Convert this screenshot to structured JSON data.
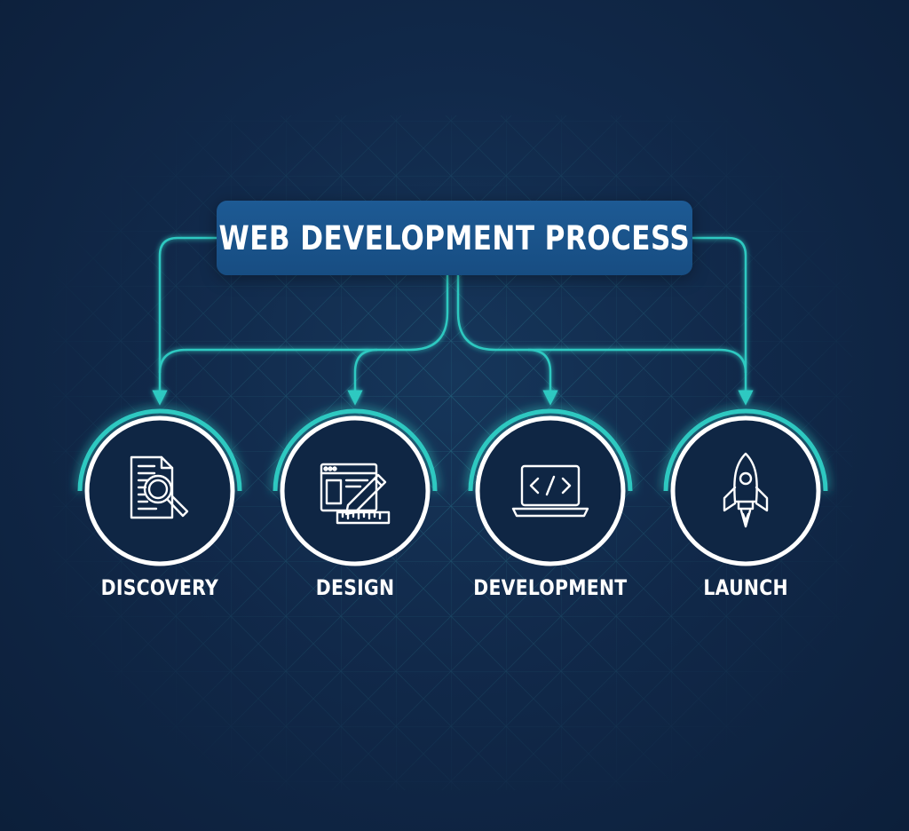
{
  "title": "WEB DEVELOPMENT PROCESS",
  "colors": {
    "background": "#12294a",
    "accent": "#2ec9c1",
    "title_box": "#1a5590",
    "circle_ring": "#ffffff",
    "text": "#ffffff"
  },
  "steps": [
    {
      "label": "DISCOVERY",
      "icon": "document-magnifier-icon"
    },
    {
      "label": "DESIGN",
      "icon": "browser-pencil-ruler-icon"
    },
    {
      "label": "DEVELOPMENT",
      "icon": "laptop-code-icon"
    },
    {
      "label": "LAUNCH",
      "icon": "rocket-icon"
    }
  ]
}
